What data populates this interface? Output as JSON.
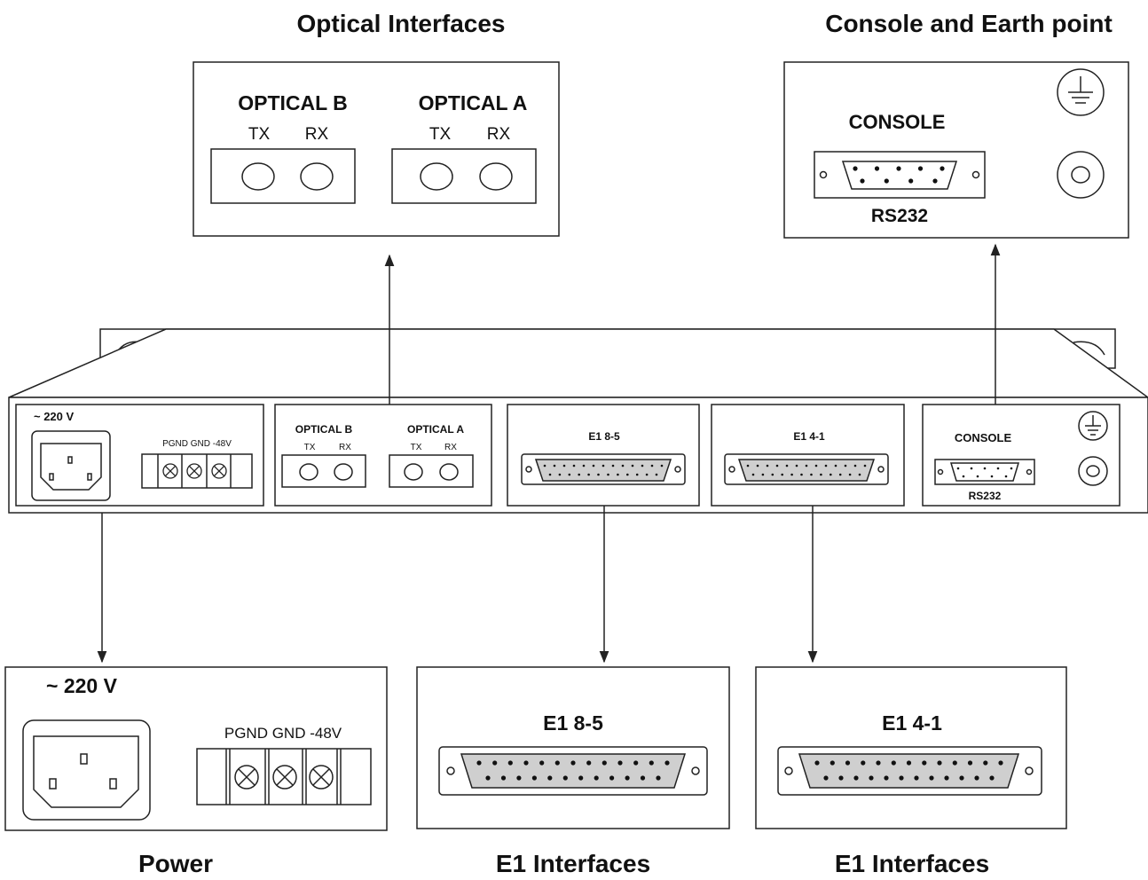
{
  "captions": {
    "optical": "Optical Interfaces",
    "console_earth": "Console and Earth point",
    "power": "Power",
    "e1_left": "E1 Interfaces",
    "e1_right": "E1 Interfaces"
  },
  "optical_detail": {
    "port_b": "OPTICAL B",
    "port_a": "OPTICAL A",
    "tx": "TX",
    "rx": "RX"
  },
  "console_detail": {
    "console": "CONSOLE",
    "rs232": "RS232",
    "earth_icon": "ground-symbol-icon"
  },
  "power_detail": {
    "voltage": "~ 220 V",
    "terminals": "PGND GND -48V"
  },
  "e1_detail": {
    "left": "E1 8-5",
    "right": "E1 4-1"
  },
  "panel": {
    "voltage": "~ 220 V",
    "terminals": "PGND GND -48V",
    "optical_b": "OPTICAL B",
    "optical_a": "OPTICAL A",
    "tx": "TX",
    "rx": "RX",
    "e1_left": "E1 8-5",
    "e1_right": "E1 4-1",
    "console": "CONSOLE",
    "rs232": "RS232"
  },
  "colors": {
    "line": "#222222",
    "connector_fill": "#cfcfcf",
    "background": "#ffffff"
  }
}
